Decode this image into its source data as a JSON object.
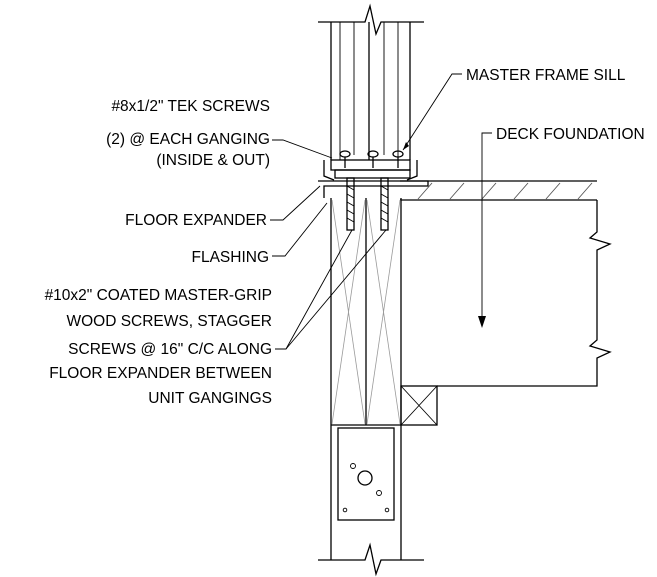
{
  "labels": {
    "tek_screws": [
      "#8x1/2\" TEK SCREWS",
      "(2) @ EACH GANGING",
      "(INSIDE & OUT)"
    ],
    "master_frame_sill": "MASTER FRAME SILL",
    "deck_foundation": "DECK FOUNDATION",
    "floor_expander": "FLOOR EXPANDER",
    "flashing": "FLASHING",
    "wood_screws": [
      "#10x2\" COATED MASTER-GRIP",
      "WOOD SCREWS, STAGGER",
      "SCREWS @ 16\" C/C ALONG",
      "FLOOR EXPANDER BETWEEN",
      "UNIT GANGINGS"
    ]
  }
}
